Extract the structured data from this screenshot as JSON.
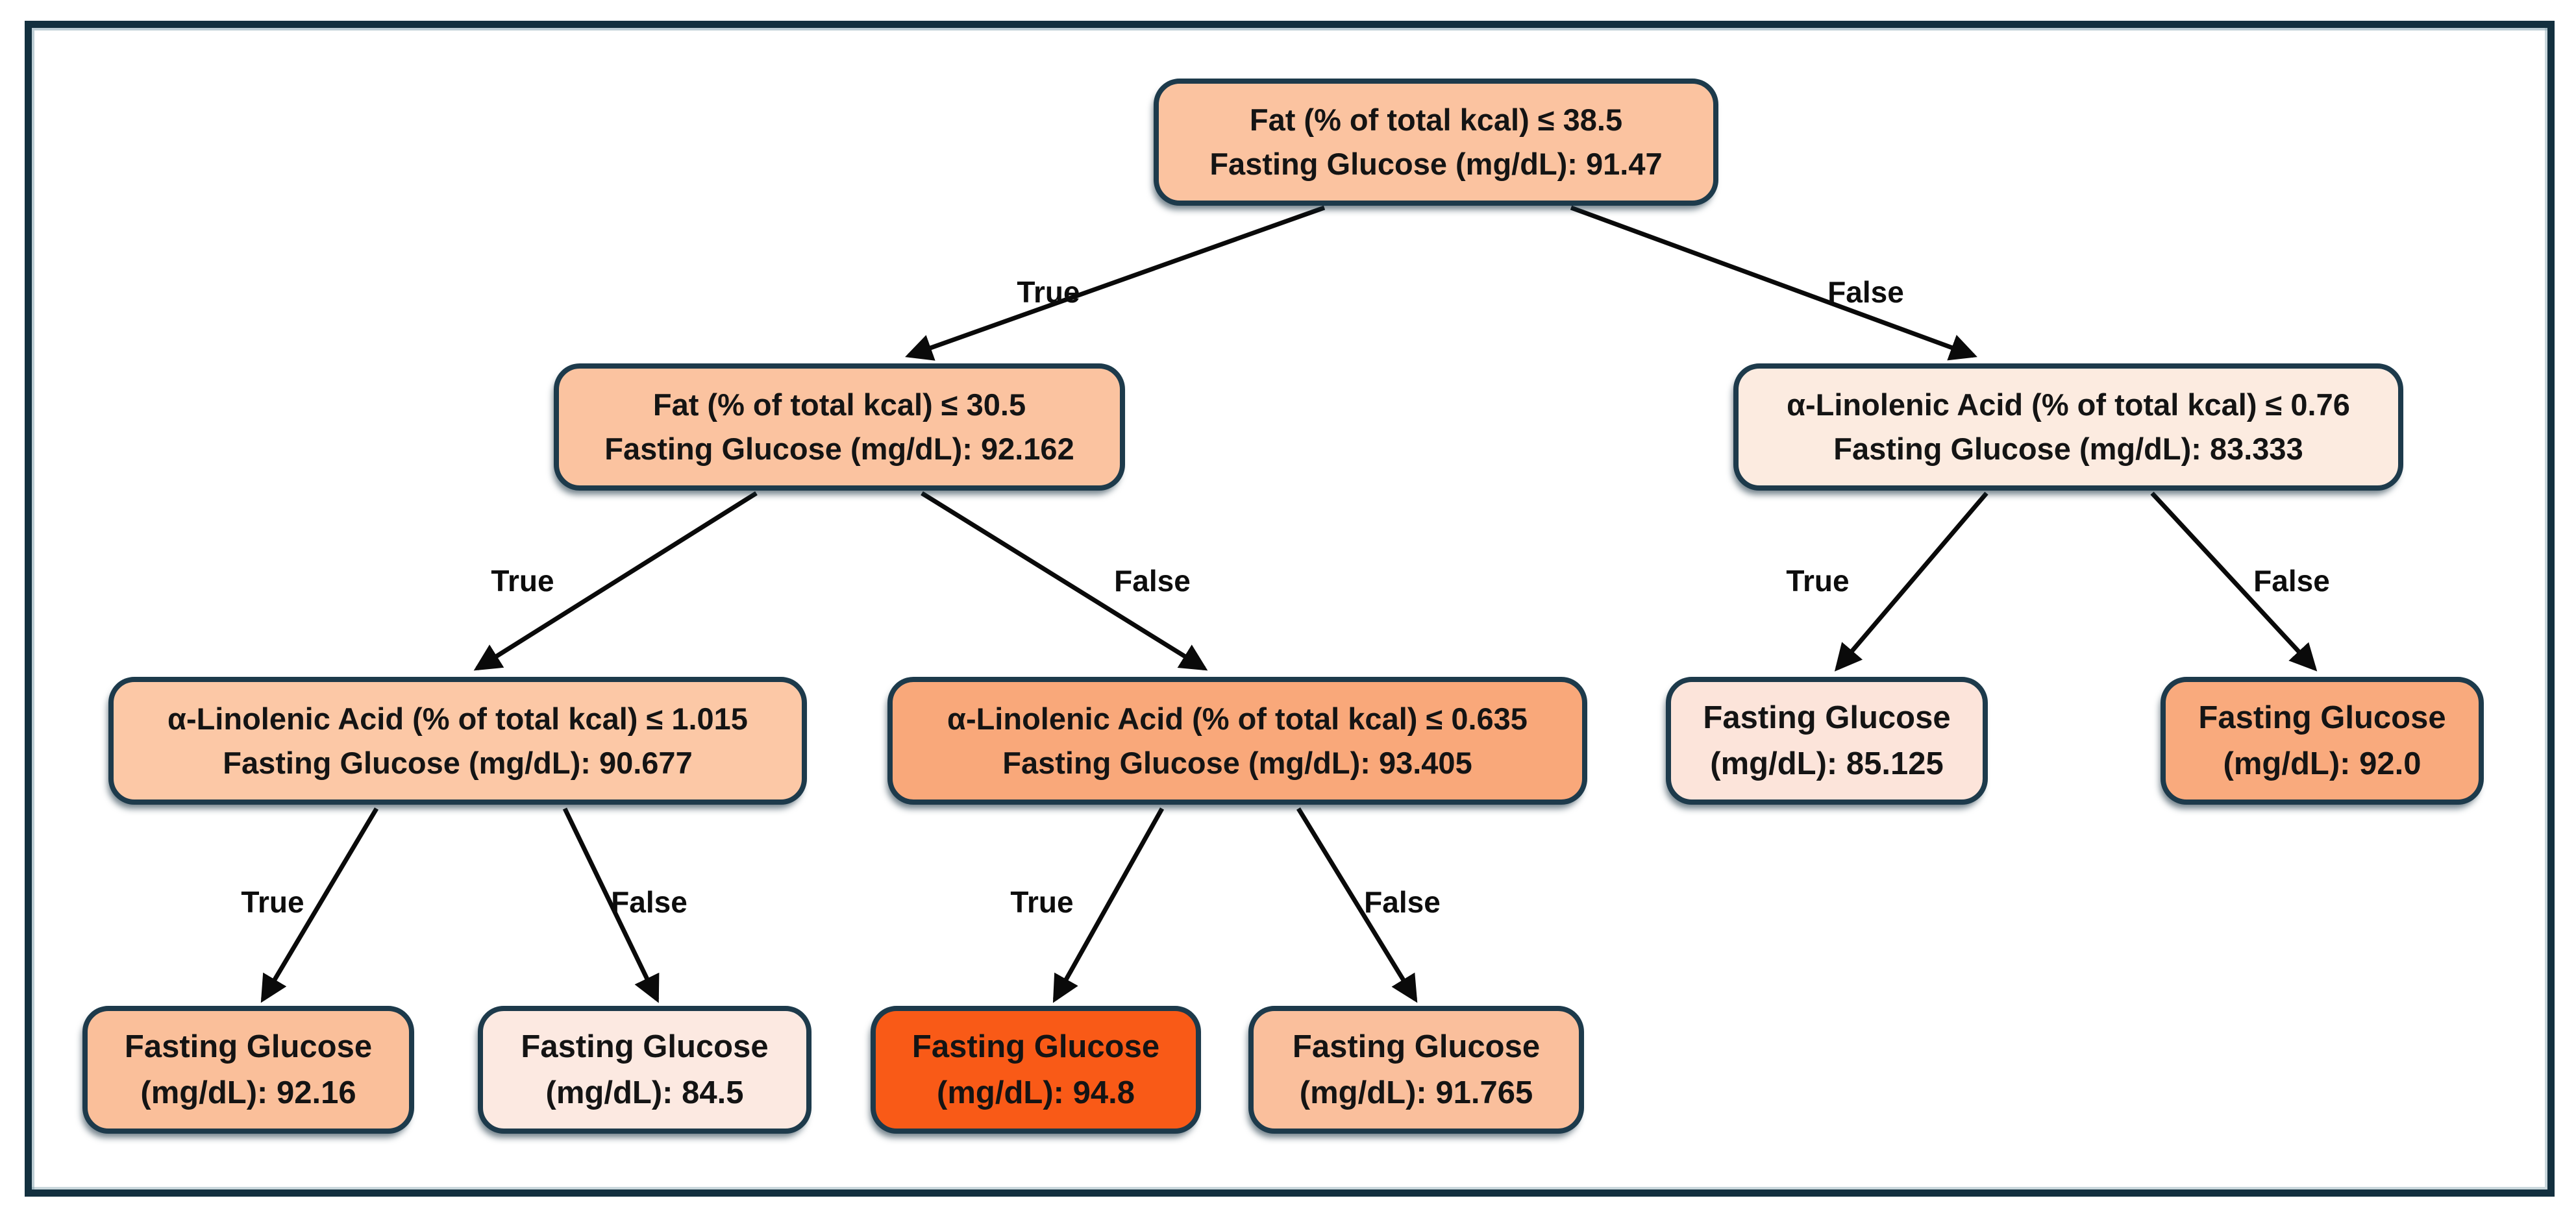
{
  "diagram": {
    "type": "decision-tree",
    "target_variable": "Fasting Glucose (mg/dL)",
    "colors": {
      "frame_border": "#13303f",
      "node_border": "#1d3a4b",
      "arrow": "#0a0a0a",
      "background": "#ffffff",
      "text": "#141414"
    },
    "nodes": {
      "root": {
        "line1": "Fat (% of total kcal) ≤ 38.5",
        "line2": "Fasting Glucose (mg/dL): 91.47",
        "value": 91.47,
        "fill": "#fbc3a0"
      },
      "fat_30_5": {
        "line1": "Fat (% of total kcal) ≤ 30.5",
        "line2": "Fasting Glucose (mg/dL): 92.162",
        "value": 92.162,
        "fill": "#fbc3a0"
      },
      "ala_0_76": {
        "line1": "α-Linolenic Acid (% of total kcal) ≤ 0.76",
        "line2": "Fasting Glucose (mg/dL): 83.333",
        "value": 83.333,
        "fill": "#fcebe0"
      },
      "ala_1_015": {
        "line1": "α-Linolenic Acid (% of total kcal) ≤ 1.015",
        "line2": "Fasting Glucose (mg/dL): 90.677",
        "value": 90.677,
        "fill": "#fcc8a6"
      },
      "ala_0_635": {
        "line1": "α-Linolenic Acid (% of total kcal) ≤ 0.635",
        "line2": "Fasting Glucose (mg/dL): 93.405",
        "value": 93.405,
        "fill": "#f9a87a"
      },
      "leaf_85_125": {
        "line1": "Fasting Glucose",
        "line2": "(mg/dL): 85.125",
        "value": 85.125,
        "fill": "#fce4da"
      },
      "leaf_92_0": {
        "line1": "Fasting Glucose",
        "line2": "(mg/dL): 92.0",
        "value": 92.0,
        "fill": "#f9aa7d"
      },
      "leaf_92_16": {
        "line1": "Fasting Glucose",
        "line2": "(mg/dL): 92.16",
        "value": 92.16,
        "fill": "#fabf9a"
      },
      "leaf_84_5": {
        "line1": "Fasting Glucose",
        "line2": "(mg/dL): 84.5",
        "value": 84.5,
        "fill": "#fce9e1"
      },
      "leaf_94_8": {
        "line1": "Fasting Glucose",
        "line2": "(mg/dL): 94.8",
        "value": 94.8,
        "fill": "#f95a17"
      },
      "leaf_91_765": {
        "line1": "Fasting Glucose",
        "line2": "(mg/dL): 91.765",
        "value": 91.765,
        "fill": "#fabf9c"
      }
    },
    "edges": [
      {
        "from": "root",
        "to": "fat_30_5",
        "label": "True"
      },
      {
        "from": "root",
        "to": "ala_0_76",
        "label": "False"
      },
      {
        "from": "fat_30_5",
        "to": "ala_1_015",
        "label": "True"
      },
      {
        "from": "fat_30_5",
        "to": "ala_0_635",
        "label": "False"
      },
      {
        "from": "ala_0_76",
        "to": "leaf_85_125",
        "label": "True"
      },
      {
        "from": "ala_0_76",
        "to": "leaf_92_0",
        "label": "False"
      },
      {
        "from": "ala_1_015",
        "to": "leaf_92_16",
        "label": "True"
      },
      {
        "from": "ala_1_015",
        "to": "leaf_84_5",
        "label": "False"
      },
      {
        "from": "ala_0_635",
        "to": "leaf_94_8",
        "label": "True"
      },
      {
        "from": "ala_0_635",
        "to": "leaf_91_765",
        "label": "False"
      }
    ]
  }
}
